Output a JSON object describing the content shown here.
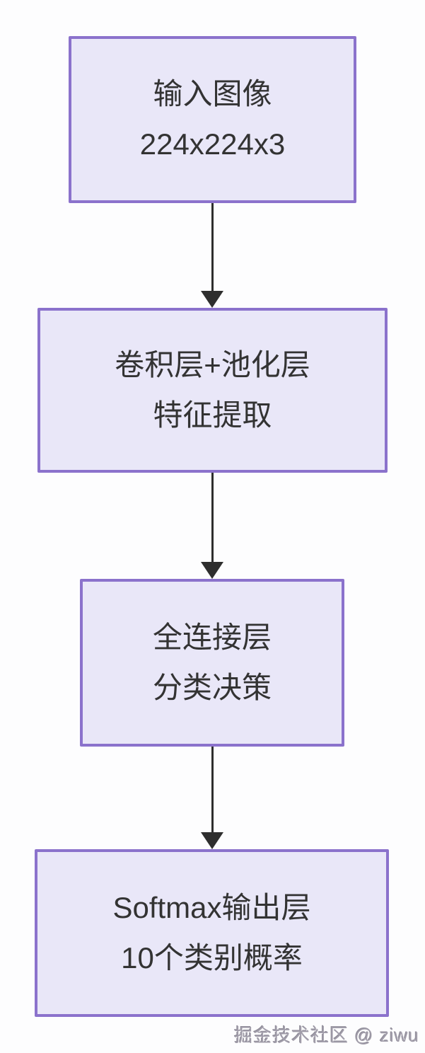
{
  "diagram": {
    "type": "flowchart",
    "direction": "top-down",
    "nodes": [
      {
        "id": "input",
        "line1": "输入图像",
        "line2": "224x224x3"
      },
      {
        "id": "conv",
        "line1": "卷积层+池化层",
        "line2": "特征提取"
      },
      {
        "id": "fc",
        "line1": "全连接层",
        "line2": "分类决策"
      },
      {
        "id": "softmax",
        "line1": "Softmax输出层",
        "line2": "10个类别概率"
      }
    ],
    "edges": [
      {
        "from": "input",
        "to": "conv"
      },
      {
        "from": "conv",
        "to": "fc"
      },
      {
        "from": "fc",
        "to": "softmax"
      }
    ],
    "colors": {
      "box_fill": "#e9e7f8",
      "box_border": "#8b72cc",
      "arrow": "#2e2e2e",
      "text": "#333333",
      "background": "#fdfdfe",
      "watermark": "#a19daa"
    },
    "watermark": "掘金技术社区 @ ziwu"
  }
}
